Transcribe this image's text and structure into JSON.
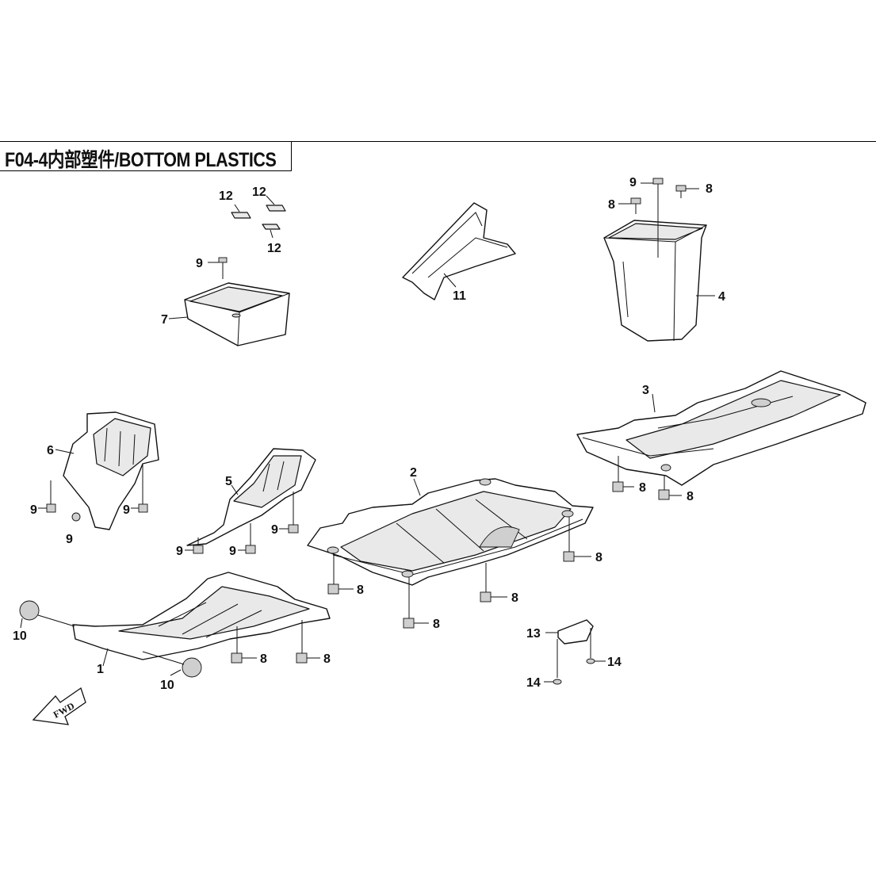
{
  "title": "F04-4内部塑件/BOTTOM PLASTICS",
  "direction_marker": "FWD",
  "callouts": {
    "c1": "1",
    "c2": "2",
    "c3": "3",
    "c4": "4",
    "c5": "5",
    "c6": "6",
    "c7": "7",
    "c8": "8",
    "c9": "9",
    "c10": "10",
    "c11": "11",
    "c12": "12",
    "c13": "13",
    "c14": "14"
  }
}
